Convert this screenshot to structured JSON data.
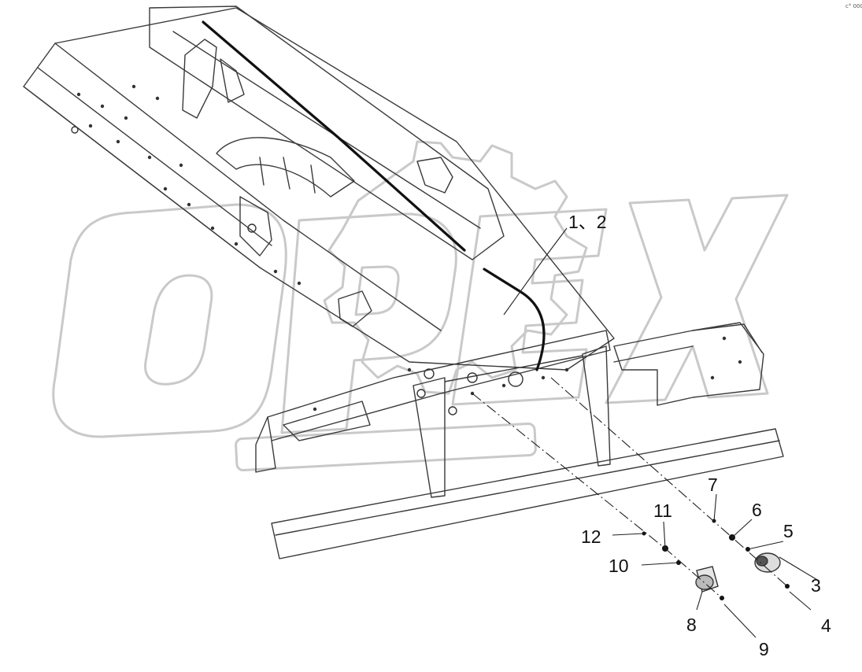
{
  "watermark": {
    "text": "OPEX",
    "color": "#c8c8c8",
    "icon": "gear-icon"
  },
  "corner_mark": "c° 000",
  "callouts": [
    {
      "id": "c-1-2",
      "text": "1、2"
    },
    {
      "id": "c-3",
      "text": "3"
    },
    {
      "id": "c-4",
      "text": "4"
    },
    {
      "id": "c-5",
      "text": "5"
    },
    {
      "id": "c-6",
      "text": "6"
    },
    {
      "id": "c-7",
      "text": "7"
    },
    {
      "id": "c-8",
      "text": "8"
    },
    {
      "id": "c-9",
      "text": "9"
    },
    {
      "id": "c-10",
      "text": "10"
    },
    {
      "id": "c-11",
      "text": "11"
    },
    {
      "id": "c-12",
      "text": "12"
    }
  ]
}
